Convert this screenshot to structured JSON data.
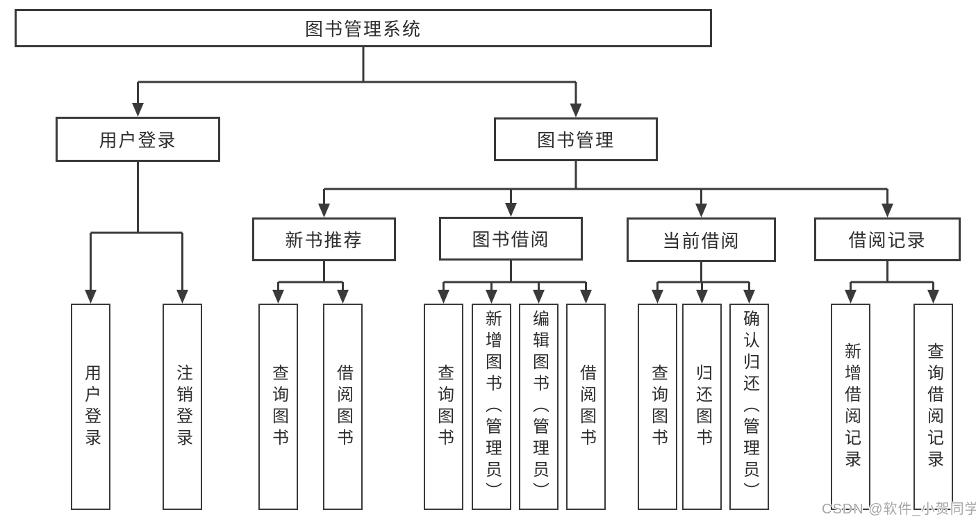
{
  "diagram": {
    "title": "图书管理系统",
    "branches": [
      {
        "label": "用户登录",
        "leaves": [
          {
            "label": "用户登录"
          },
          {
            "label": "注销登录"
          }
        ]
      },
      {
        "label": "图书管理",
        "groups": [
          {
            "label": "新书推荐",
            "leaves": [
              {
                "label": "查询图书"
              },
              {
                "label": "借阅图书"
              }
            ]
          },
          {
            "label": "图书借阅",
            "leaves": [
              {
                "label": "查询图书"
              },
              {
                "label": "新增图书（管理员）"
              },
              {
                "label": "编辑图书（管理员）"
              },
              {
                "label": "借阅图书"
              }
            ]
          },
          {
            "label": "当前借阅",
            "leaves": [
              {
                "label": "查询图书"
              },
              {
                "label": "归还图书"
              },
              {
                "label": "确认归还（管理员）"
              }
            ]
          },
          {
            "label": "借阅记录",
            "leaves": [
              {
                "label": "新增借阅记录"
              },
              {
                "label": "查询借阅记录"
              }
            ]
          }
        ]
      }
    ],
    "colors": {
      "line": "#3a3a3a",
      "text": "#2d2d2d"
    }
  },
  "watermark": {
    "text": "CSDN @软件_小贺同学"
  }
}
